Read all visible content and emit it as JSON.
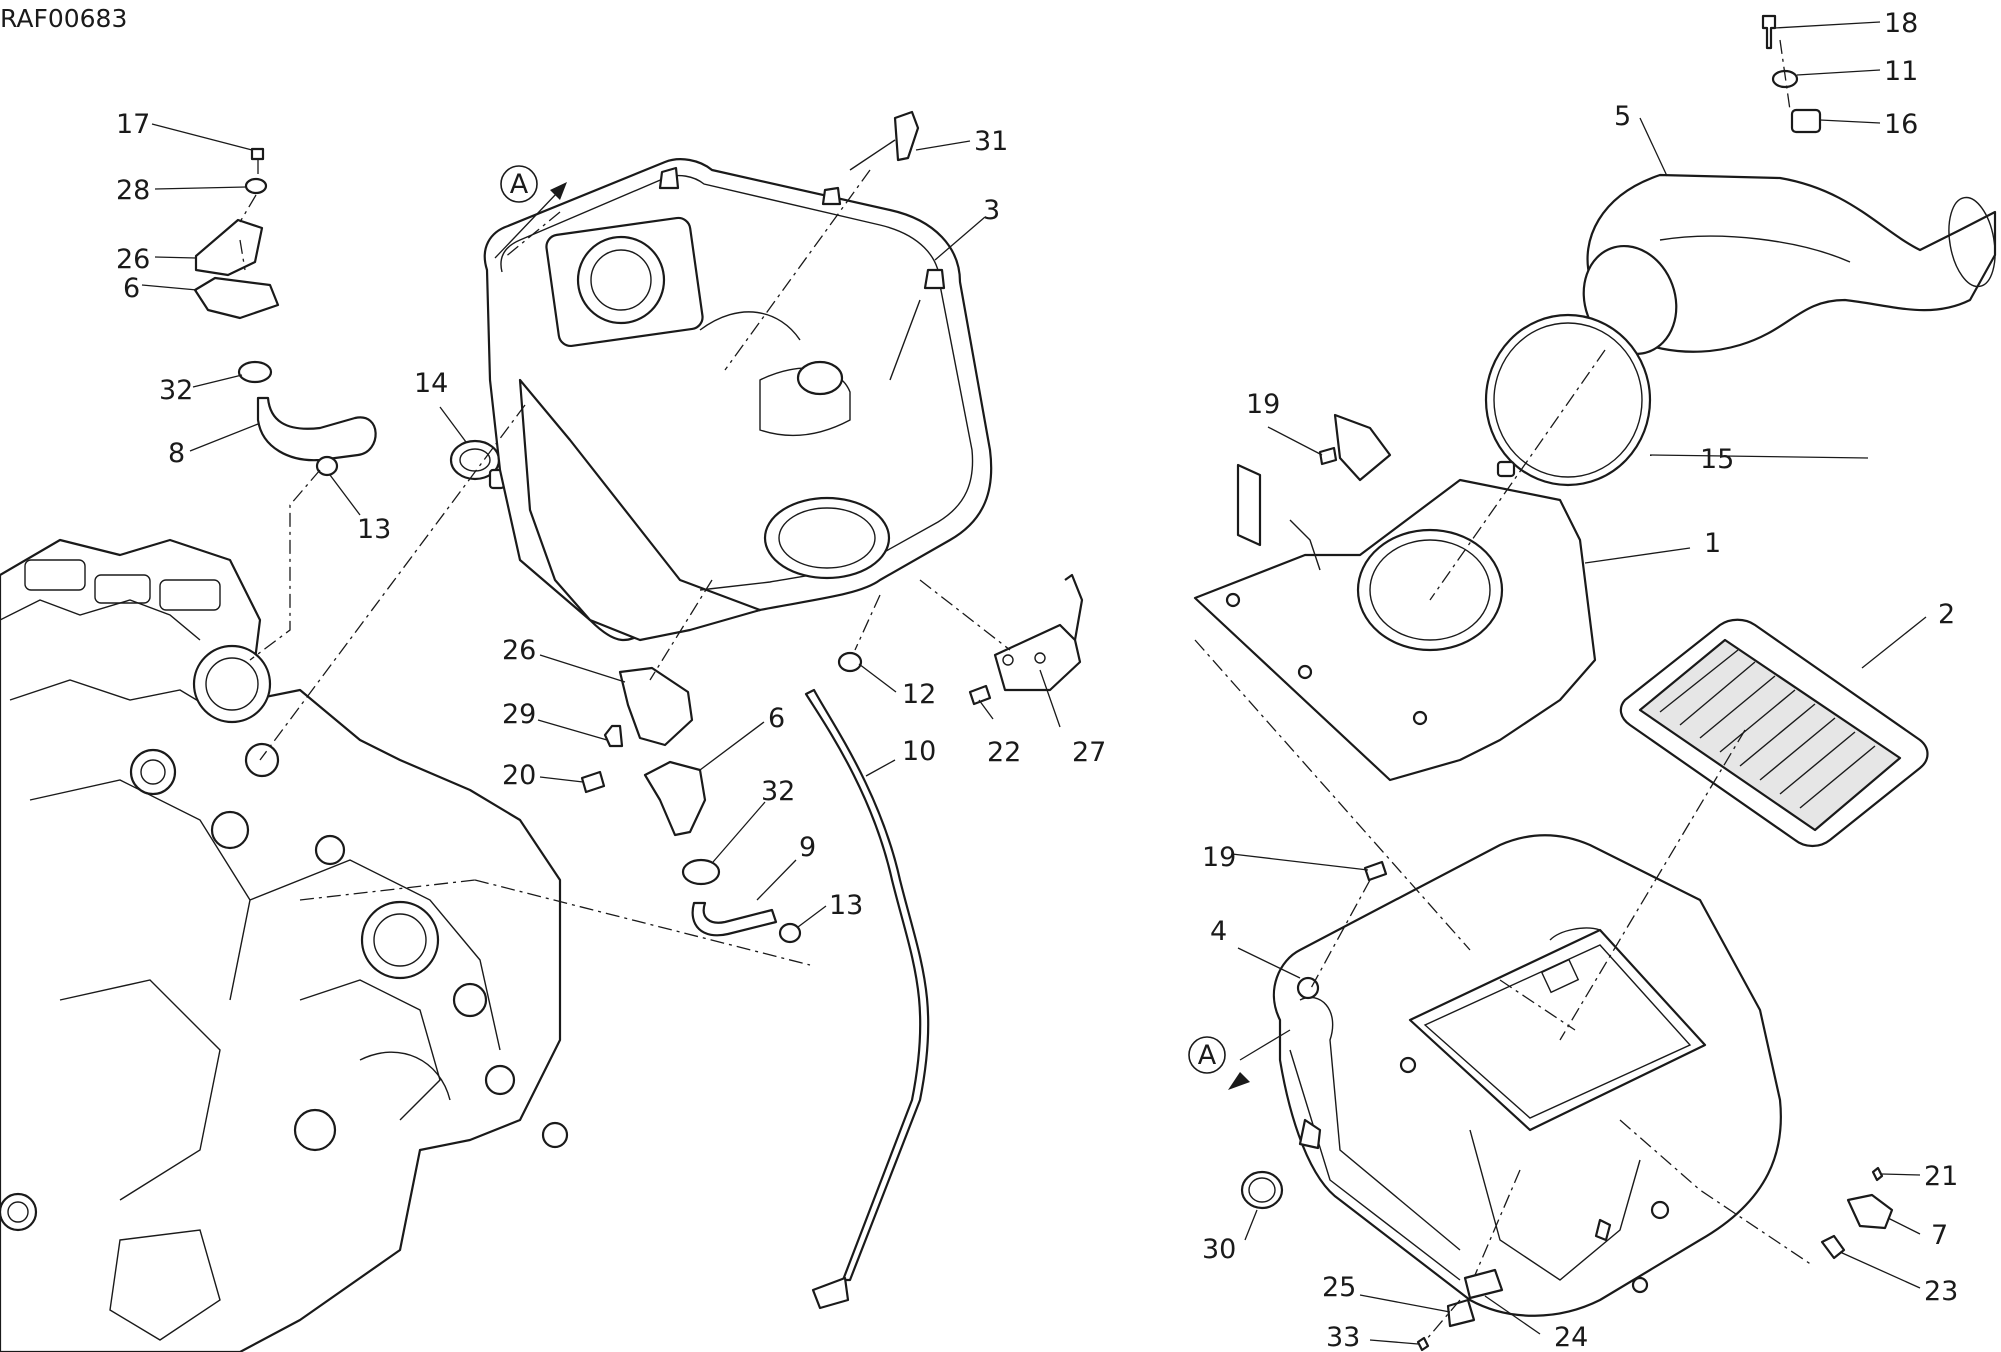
{
  "drawing_code": "RAF00683",
  "section_marker": "A",
  "callouts": {
    "c1": "1",
    "c2": "2",
    "c3": "3",
    "c4": "4",
    "c5": "5",
    "c6a": "6",
    "c6b": "6",
    "c7": "7",
    "c8": "8",
    "c9": "9",
    "c10": "10",
    "c11": "11",
    "c12": "12",
    "c13a": "13",
    "c13b": "13",
    "c14": "14",
    "c15": "15",
    "c16": "16",
    "c17": "17",
    "c18": "18",
    "c19a": "19",
    "c19b": "19",
    "c20": "20",
    "c21": "21",
    "c22": "22",
    "c23": "23",
    "c24": "24",
    "c25": "25",
    "c26a": "26",
    "c26b": "26",
    "c27": "27",
    "c28": "28",
    "c29": "29",
    "c30": "30",
    "c31": "31",
    "c32a": "32",
    "c32b": "32",
    "c33": "33"
  },
  "colors": {
    "ink": "#1a1a1a",
    "paper": "#ffffff"
  }
}
